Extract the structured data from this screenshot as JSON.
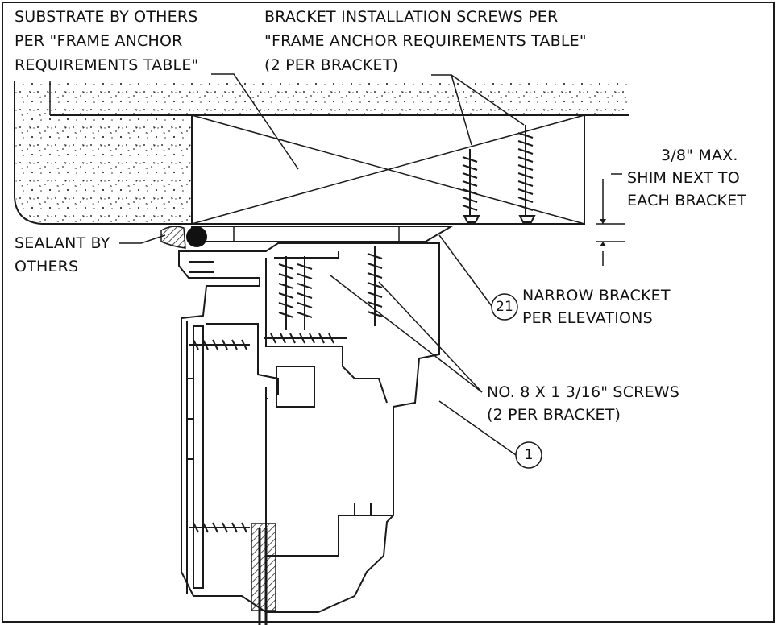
{
  "labels": {
    "substrate": [
      "SUBSTRATE BY OTHERS",
      "PER \"FRAME ANCHOR",
      "REQUIREMENTS TABLE\""
    ],
    "bracket_screws": [
      "BRACKET INSTALLATION SCREWS PER",
      "\"FRAME ANCHOR REQUIREMENTS TABLE\"",
      "(2 PER BRACKET)"
    ],
    "shim": [
      "3/8\" MAX.",
      "SHIM NEXT TO",
      "EACH BRACKET"
    ],
    "sealant": [
      "SEALANT BY",
      "OTHERS"
    ],
    "narrow_bracket": [
      "NARROW BRACKET",
      "PER ELEVATIONS"
    ],
    "no8_screws": [
      "NO. 8 X 1 3/16\" SCREWS",
      "(2 PER BRACKET)"
    ]
  },
  "callouts": {
    "bracket_tag": "21",
    "frame_tag": "1"
  },
  "colors": {
    "line": "#1a1a1a",
    "background": "#ffffff"
  }
}
